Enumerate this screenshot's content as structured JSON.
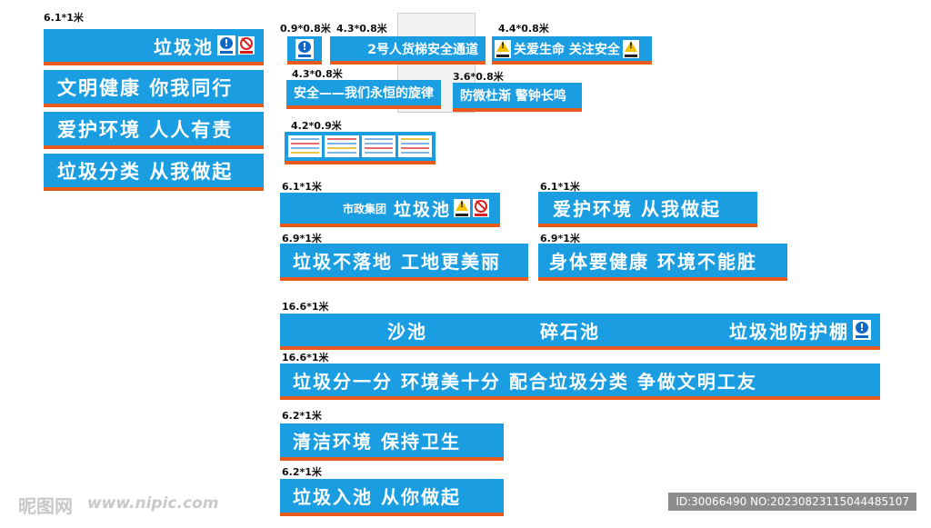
{
  "colors": {
    "sign_blue": "#1b9ee1",
    "stripe_orange": "#e8591c"
  },
  "labels": {
    "s61": "6.1*1米",
    "s09": "0.9*0.8米",
    "s43a": "4.3*0.8米",
    "s44": "4.4*0.8米",
    "s43b": "4.3*0.8米",
    "s36": "3.6*0.8米",
    "s42": "4.2*0.9米",
    "s61b": "6.1*1米",
    "s61c": "6.1*1米",
    "s69a": "6.9*1米",
    "s69b": "6.9*1米",
    "s166a": "16.6*1米",
    "s166b": "16.6*1米",
    "s62a": "6.2*1米",
    "s62b": "6.2*1米"
  },
  "signs": {
    "laji_chi": "垃圾池",
    "wenming": "文明健康 你我同行",
    "aihu": "爱护环境 人人有责",
    "fenlei": "垃圾分类 从我做起",
    "tongdao": "2号人货梯安全通道",
    "guanai": "关爱生命 关注安全",
    "xuanlv": "安全——我们永恒的旋律",
    "fangwei": "防微杜渐 警钟长鸣",
    "shizheng_small": "市政集团",
    "shizheng_big": "垃圾池",
    "aihu2": "爱护环境 从我做起",
    "buluodi": "垃圾不落地 工地更美丽",
    "shenti": "身体要健康 环境不能脏",
    "shachi": "沙池",
    "suishi": "碎石池",
    "fanghu": "垃圾池防护棚",
    "fenyifen": "垃圾分一分 环境美十分 配合垃圾分类 争做文明工友",
    "qingjie": "清洁环境 保持卫生",
    "ruchi": "垃圾入池 从你做起"
  },
  "icons": [
    "notice-blue-icon",
    "prohibition-red-icon",
    "warning-yellow-icon"
  ],
  "watermark": {
    "logo": "昵图网",
    "url": "www.nipic.com",
    "id": "ID:30066490 NO:20230823115044485107"
  }
}
